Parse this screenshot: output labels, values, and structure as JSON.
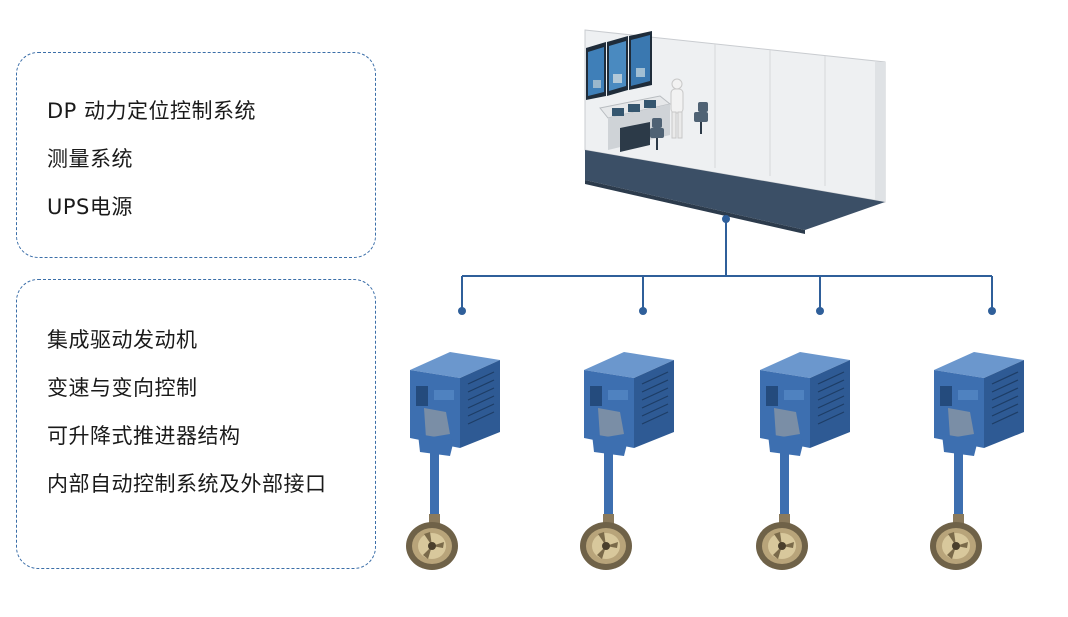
{
  "control_system_items": [
    "DP 动力定位控制系统",
    "测量系统",
    "UPS电源"
  ],
  "thruster_items": [
    "集成驱动发动机",
    "变速与变向控制",
    "可升降式推进器结构",
    "内部自动控制系统及外部接口"
  ],
  "colors": {
    "panel_border": "#3b6ea8",
    "connector_line": "#2f5f9a",
    "thruster_blue": "#3d6fb0",
    "propeller_bronze": "#8a7a5c",
    "room_floor": "#3b4f66"
  },
  "thruster_count": 4
}
